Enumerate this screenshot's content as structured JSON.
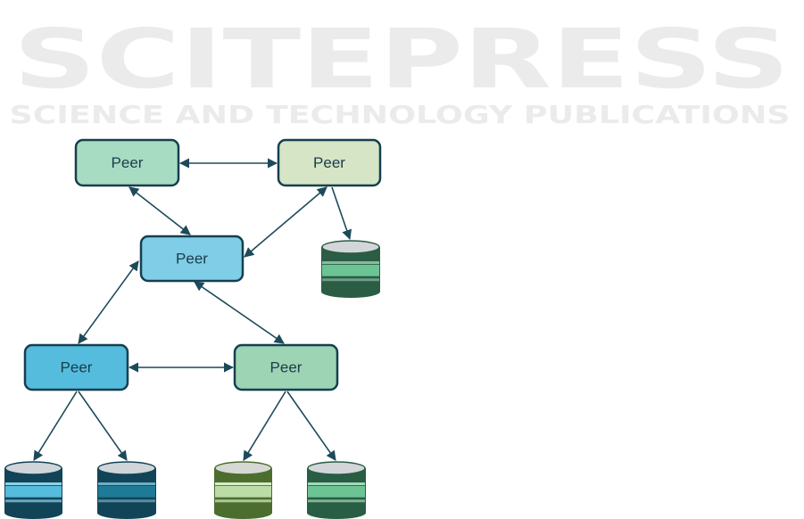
{
  "watermark": {
    "title": "SCITEPRESS",
    "subtitle": "SCIENCE AND TECHNOLOGY PUBLICATIONS"
  },
  "peers": [
    {
      "id": "p1",
      "label": "Peer",
      "fill": "#a8dcc2"
    },
    {
      "id": "p2",
      "label": "Peer",
      "fill": "#d5e5c5"
    },
    {
      "id": "p3",
      "label": "Peer",
      "fill": "#7fcde6"
    },
    {
      "id": "p4",
      "label": "Peer",
      "fill": "#55bcdd"
    },
    {
      "id": "p5",
      "label": "Peer",
      "fill": "#9dd5b4"
    }
  ],
  "databases": [
    {
      "id": "db-p2",
      "owner": "p2",
      "colors": {
        "top": "#d3d6d8",
        "body": "#2a5d44",
        "band": "#6cc495",
        "rim": "#8db9a3"
      }
    },
    {
      "id": "db-p4a",
      "owner": "p4",
      "colors": {
        "top": "#cfd5d8",
        "body": "#124457",
        "band": "#55bcdd",
        "rim": "#8fd3ea"
      }
    },
    {
      "id": "db-p4b",
      "owner": "p4",
      "colors": {
        "top": "#cfd5d8",
        "body": "#124457",
        "band": "#1e7a96",
        "rim": "#6fb0c4"
      }
    },
    {
      "id": "db-p5a",
      "owner": "p5",
      "colors": {
        "top": "#d6d8d4",
        "body": "#4b6e2f",
        "band": "#bcdca6",
        "rim": "#dbecc9"
      }
    },
    {
      "id": "db-p5b",
      "owner": "p5",
      "colors": {
        "top": "#d3d6d8",
        "body": "#285e43",
        "band": "#6cc495",
        "rim": "#a6d8bb"
      }
    }
  ],
  "colors": {
    "edge": "#1d4a5a",
    "border": "#163f4f"
  }
}
